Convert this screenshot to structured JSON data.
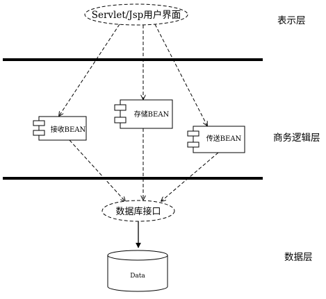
{
  "diagram": {
    "title_node": "Servlet/Jsp用户界面",
    "layers": {
      "presentation": "表示层",
      "business": "商务逻辑层",
      "data": "数据层"
    },
    "components": {
      "receive": "接收BEAN",
      "storage": "存储BEAN",
      "transfer": "传送BEAN"
    },
    "interface_node": "数据库接口",
    "database": "Data",
    "colors": {
      "line": "#000000",
      "background": "#ffffff"
    }
  }
}
